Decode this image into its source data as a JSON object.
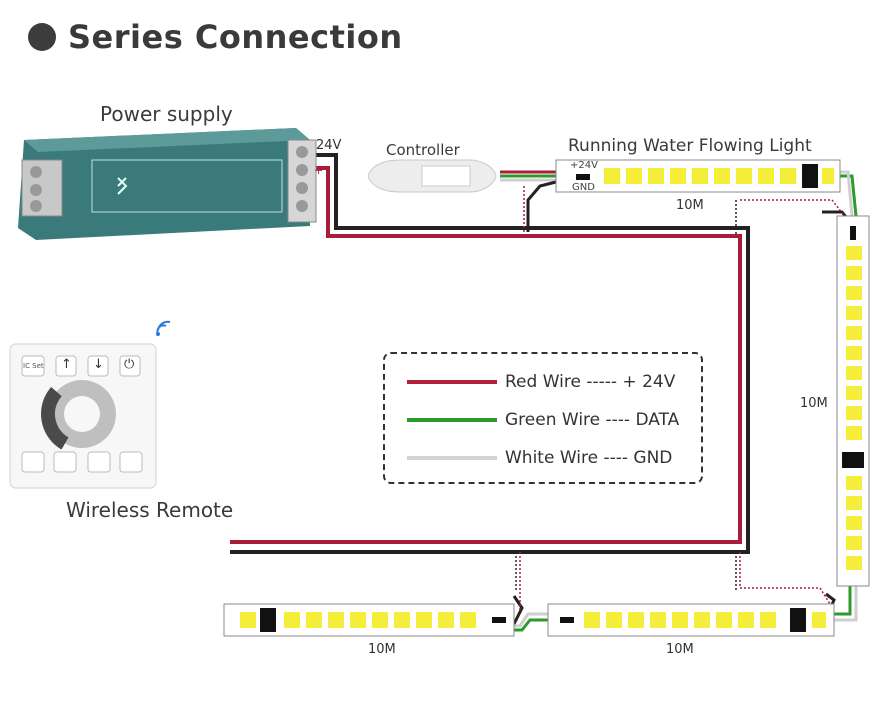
{
  "title": "Series Connection",
  "power_supply": {
    "label": "Power supply",
    "voltage_label": "24V",
    "plus_mark": "+"
  },
  "controller": {
    "label": "Controller"
  },
  "strip_top": {
    "label": "Running Water Flowing Light",
    "plus_label": "+24V",
    "gnd_label": "GND",
    "length": "10M"
  },
  "strip_right": {
    "length": "10M"
  },
  "strip_bottom_right": {
    "length": "10M"
  },
  "strip_bottom_left": {
    "length": "10M"
  },
  "remote": {
    "label": "Wireless Remote",
    "buttons": [
      "IC Set",
      "↑",
      "↓",
      "⏻"
    ]
  },
  "legend": {
    "items": [
      {
        "text": "Red Wire ----- + 24V",
        "color": "#b0213c"
      },
      {
        "text": "Green Wire ---- DATA",
        "color": "#2c9a2c"
      },
      {
        "text": "White Wire ---- GND",
        "color": "#d4d4d4"
      }
    ]
  },
  "colors": {
    "red_wire": "#a81d3a",
    "black_wire": "#222222",
    "green_wire": "#2c9a2c",
    "white_wire": "#cfcfcf",
    "led": "#f4ee3a",
    "ps_body": "#3b7a7a"
  }
}
